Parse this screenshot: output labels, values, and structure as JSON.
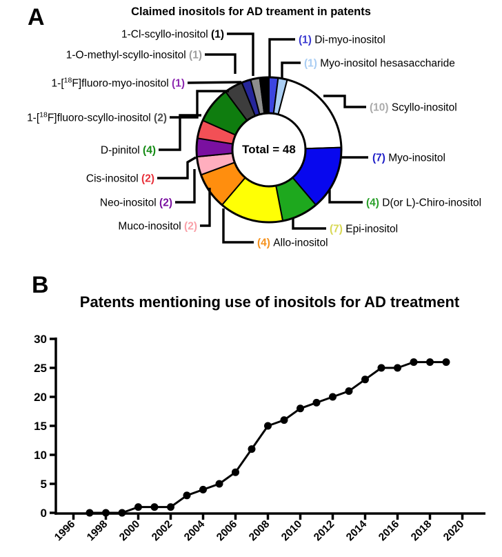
{
  "panels": {
    "a_letter": "A",
    "b_letter": "B"
  },
  "chart_data": [
    {
      "type": "pie",
      "panel": "A",
      "title": "Claimed inositols for AD treament in patents",
      "center_label": "Total = 48",
      "total_shown": 48,
      "legend_position": "around-donut",
      "slices": [
        {
          "id": "di_myo",
          "label": "Di-myo-inositol",
          "count": 1,
          "count_display": "(1)",
          "color": "#3c46e0",
          "label_color": "#3a3ad0",
          "side": "right"
        },
        {
          "id": "hexasaccharide",
          "label": "Myo-inositol hesasaccharide",
          "count": 1,
          "count_display": "(1)",
          "color": "#a9cdf3",
          "label_color": "#a9cdf3",
          "side": "right"
        },
        {
          "id": "scyllo",
          "label": "Scyllo-inositol",
          "count": 10,
          "count_display": "(10)",
          "color": "#ffffff",
          "label_color": "#ababab",
          "side": "right"
        },
        {
          "id": "myo",
          "label": "Myo-inositol",
          "count": 7,
          "count_display": "(7)",
          "color": "#0808ee",
          "label_color": "#2020c8",
          "side": "right"
        },
        {
          "id": "chiro",
          "label": "D(or L)-Chiro-inositol",
          "count": 4,
          "count_display": "(4)",
          "color": "#1ea81e",
          "label_color": "#2ba02b",
          "side": "right"
        },
        {
          "id": "epi",
          "label": "Epi-inositol",
          "count": 7,
          "count_display": "(7)",
          "color": "#ffff05",
          "label_color": "#d8d855",
          "side": "right"
        },
        {
          "id": "allo",
          "label": "Allo-inositol",
          "count": 4,
          "count_display": "(4)",
          "color": "#ff8e0e",
          "label_color": "#f5921e",
          "side": "right"
        },
        {
          "id": "muco",
          "label": "Muco-inositol",
          "count": 2,
          "count_display": "(2)",
          "color": "#ffaebe",
          "label_color": "#f9a0a8",
          "side": "left"
        },
        {
          "id": "neo",
          "label": "Neo-inositol",
          "count": 2,
          "count_display": "(2)",
          "color": "#7a10a0",
          "label_color": "#7a10a0",
          "side": "left"
        },
        {
          "id": "cis",
          "label": "Cis-inositol",
          "count": 2,
          "count_display": "(2)",
          "color": "#f25056",
          "label_color": "#e8303a",
          "side": "left"
        },
        {
          "id": "pinitol",
          "label": "D-pinitol",
          "count": 4,
          "count_display": "(4)",
          "color": "#0f7d0f",
          "label_color": "#128a12",
          "side": "left"
        },
        {
          "id": "fluoro_scyllo",
          "label": "1-[^18^F]fluoro-scyllo-inositol",
          "count": 2,
          "count_display": "(2)",
          "color": "#3d3d3d",
          "label_color": "#4d4d4d",
          "side": "left"
        },
        {
          "id": "fluoro_myo",
          "label": "1-[^18^F]fluoro-myo-inositol",
          "count": 1,
          "count_display": "(1)",
          "color": "#26269a",
          "label_color": "#8c28b0",
          "side": "left"
        },
        {
          "id": "methyl_scyllo",
          "label": "1-O-methyl-scyllo-inositol",
          "count": 1,
          "count_display": "(1)",
          "color": "#8d8d8d",
          "label_color": "#9d9d9d",
          "side": "left"
        },
        {
          "id": "cl_scyllo",
          "label": "1-Cl-scyllo-inositol",
          "count": 1,
          "count_display": "(1)",
          "color": "#000000",
          "label_color": "#000000",
          "side": "left"
        }
      ]
    },
    {
      "type": "line",
      "panel": "B",
      "title": "Patents mentioning use of inositols for AD treatment",
      "x": [
        1997,
        1998,
        1999,
        2000,
        2001,
        2002,
        2003,
        2004,
        2005,
        2006,
        2007,
        2008,
        2009,
        2010,
        2011,
        2012,
        2013,
        2014,
        2015,
        2016,
        2017,
        2018,
        2019
      ],
      "y": [
        0,
        0,
        0,
        1,
        1,
        1,
        3,
        4,
        5,
        7,
        11,
        15,
        16,
        18,
        19,
        20,
        21,
        23,
        25,
        25,
        26,
        26,
        26
      ],
      "x_tick_labels": [
        "1996",
        "1998",
        "2000",
        "2002",
        "2004",
        "2006",
        "2008",
        "2010",
        "2012",
        "2014",
        "2016",
        "2018",
        "2020"
      ],
      "y_ticks": [
        0,
        5,
        10,
        15,
        20,
        25,
        30
      ],
      "xlim": [
        1995,
        2021
      ],
      "ylim": [
        0,
        30
      ],
      "marker": "filled-circle",
      "line_color": "#000000",
      "grid": false
    }
  ]
}
